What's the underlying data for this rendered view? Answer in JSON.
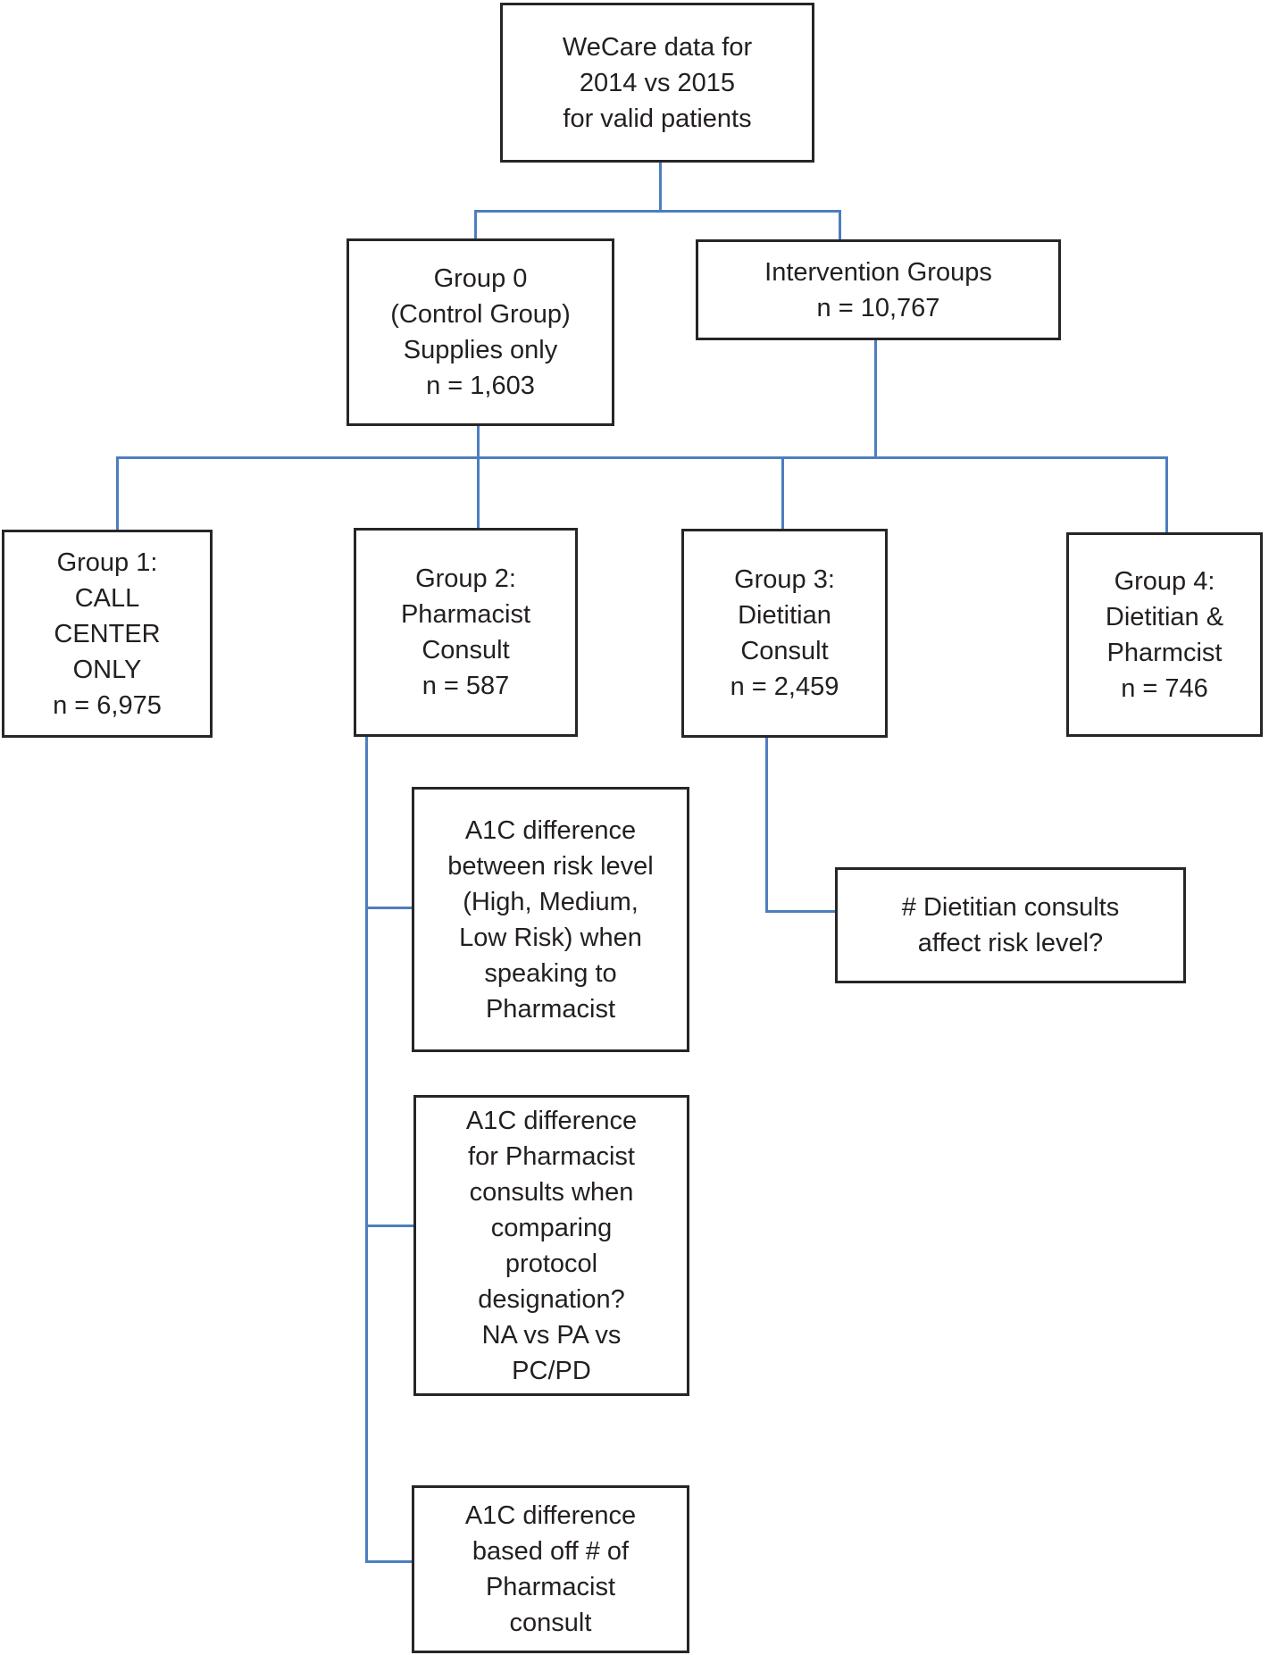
{
  "diagram": {
    "type": "flowchart",
    "colors": {
      "connector": "#4d7ebf",
      "box-border": "#262626",
      "text": "#231f20",
      "background": "#ffffff"
    },
    "nodes": {
      "root": {
        "lines": [
          "WeCare data for",
          "2014 vs 2015",
          "for valid patients"
        ]
      },
      "group0": {
        "lines": [
          "Group 0",
          "(Control Group)",
          "Supplies only",
          "n = 1,603"
        ]
      },
      "intervention": {
        "lines": [
          "Intervention Groups",
          "n = 10,767"
        ]
      },
      "group1": {
        "lines": [
          "Group 1:",
          "CALL",
          "CENTER",
          "ONLY",
          "n = 6,975"
        ]
      },
      "group2": {
        "lines": [
          "Group 2:",
          "Pharmacist",
          "Consult",
          "n = 587"
        ]
      },
      "group3": {
        "lines": [
          "Group 3:",
          "Dietitian",
          "Consult",
          "n = 2,459"
        ]
      },
      "group4": {
        "lines": [
          "Group 4:",
          "Dietitian &",
          "Pharmcist",
          "n = 746"
        ]
      },
      "q_risk": {
        "lines": [
          "A1C difference",
          "between risk level",
          "(High, Medium,",
          "Low Risk) when",
          "speaking to",
          "Pharmacist"
        ]
      },
      "q_protocol": {
        "lines": [
          "A1C difference",
          "for Pharmacist",
          "consults when",
          "comparing",
          "protocol",
          "designation?",
          "NA vs PA vs",
          "PC/PD"
        ]
      },
      "q_count": {
        "lines": [
          "A1C difference",
          "based off # of",
          "Pharmacist",
          "consult"
        ]
      },
      "q_dietitian": {
        "lines": [
          "# Dietitian consults",
          "affect risk level?"
        ]
      }
    }
  }
}
